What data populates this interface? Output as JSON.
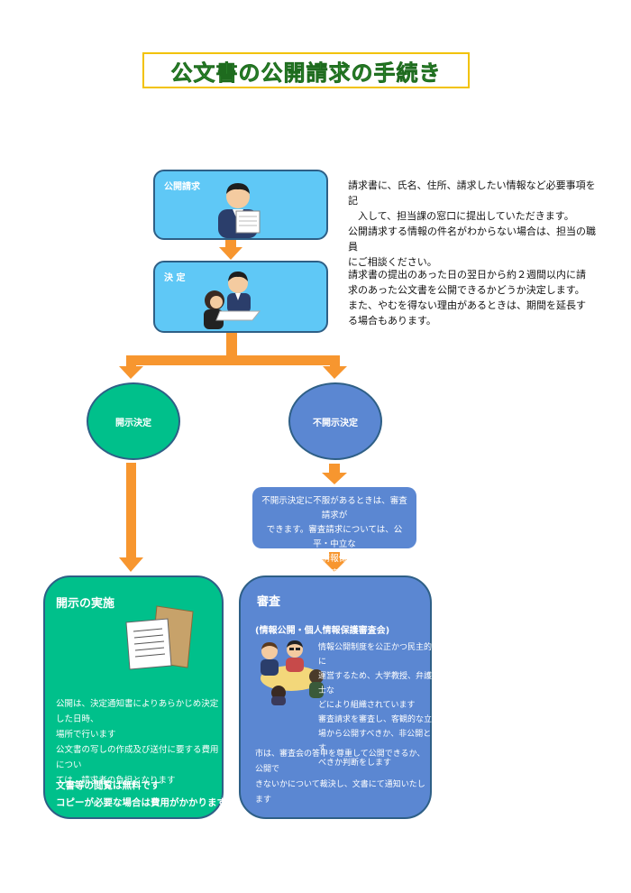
{
  "title": "公文書の公開請求の手続き",
  "steps": [
    {
      "label": "公開請求",
      "description": [
        "請求書に、氏名、住所、請求したい情報など必要事項を記",
        "入して、担当課の窓口に提出していただきます。",
        "公開請求する情報の件名がわからない場合は、担当の職員",
        "にご相談ください。"
      ]
    },
    {
      "label": "決 定",
      "description": [
        "請求書の提出のあった日の翌日から約２週間以内に請",
        "求のあった公文書を公開できるかどうか決定します。",
        "また、やむを得ない理由があるときは、期間を延長す",
        "る場合もあります。"
      ]
    }
  ],
  "branches": {
    "disclose": "開示決定",
    "nondisclose": "不開示決定"
  },
  "note": [
    "不開示決定に不服があるときは、審査請求が",
    "できます。審査請求については、公平・中立な",
    "情報公開・個人情報保護審査会が審査します"
  ],
  "disclosure_box": {
    "title": "開示の実施",
    "lines": [
      "公開は、決定通知書によりあらかじめ決定した日時、",
      "場所で行います",
      "公文書の写しの作成及び送付に要する費用につい",
      "ては、請求者の負担となります"
    ],
    "bold_lines": [
      "文書等の閲覧は無料です",
      "コピーが必要な場合は費用がかかります"
    ]
  },
  "review_box": {
    "title": "審査",
    "subtitle": "(情報公開・個人情報保護審査会)",
    "lines": [
      "情報公開制度を公正かつ民主的に",
      "運営するため、大学教授、弁護士な",
      "どにより組織されています",
      "審査請求を審査し、客観的な立",
      "場から公開すべきか、非公開とす",
      "べきか判断をします"
    ],
    "footer": [
      "市は、審査会の答申を尊重して公開できるか、公開で",
      "きないかについて裁決し、文書にて通知いたします"
    ]
  },
  "colors": {
    "step_fill": "#5fc8f6",
    "step_border": "#2e5f86",
    "arrow": "#f7962f",
    "green": "#00c08b",
    "blue": "#5b87d2",
    "title_green": "#3aa63a",
    "title_border": "#f2c200"
  }
}
